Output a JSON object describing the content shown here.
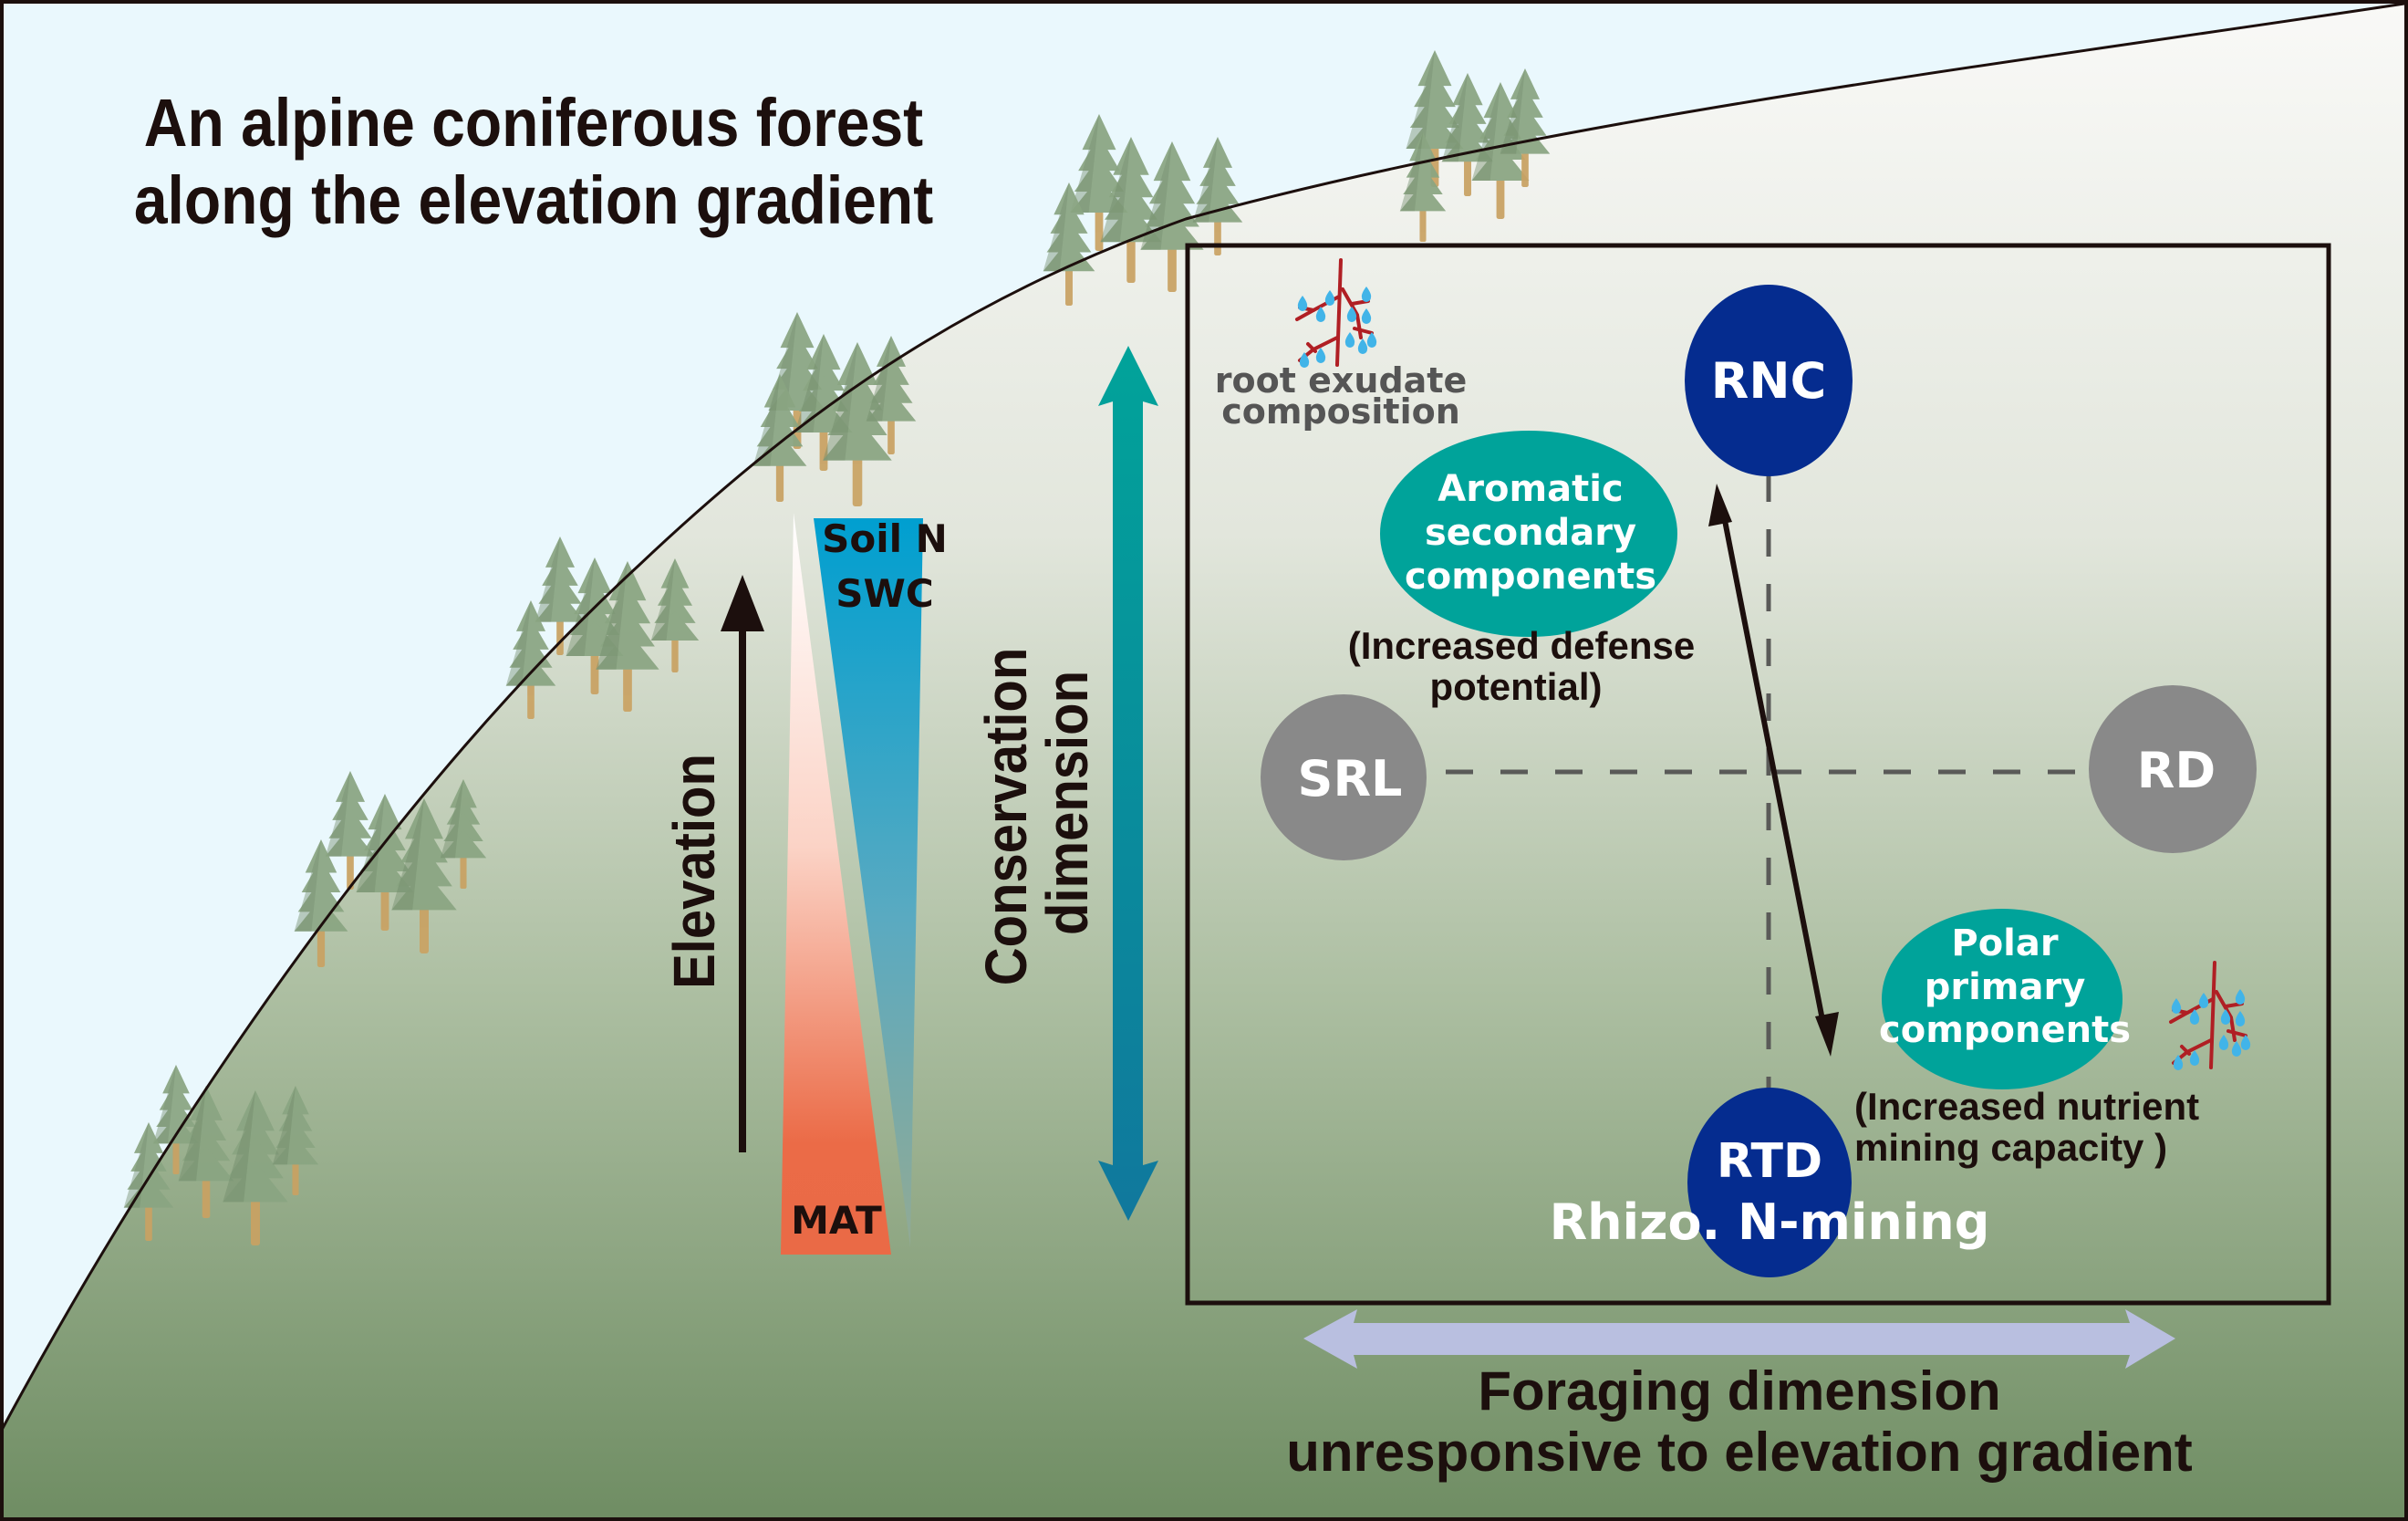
{
  "title": {
    "line1": "An alpine coniferous forest",
    "line2": "along the elevation gradient"
  },
  "gradient_labels": {
    "soil_n": "Soil N",
    "swc": "SWC",
    "mat": "MAT",
    "elevation": "Elevation"
  },
  "conservation": {
    "line1": "Conservation",
    "line2": "dimension"
  },
  "root_exudate": {
    "line1": "root exudate",
    "line2": "composition"
  },
  "traits": {
    "rnc": "RNC",
    "srl": "SRL",
    "rd": "RD",
    "rtd": "RTD",
    "rhizo": "Rhizo. N-mining"
  },
  "aromatic": {
    "line1": "Aromatic",
    "line2": "secondary",
    "line3": "components",
    "note1": "(Increased defense",
    "note2": "potential)"
  },
  "polar": {
    "line1": "Polar",
    "line2": "primary",
    "line3": "components",
    "note1": "(Increased nutrient",
    "note2": "mining capacity )"
  },
  "foraging": {
    "line1": "Foraging dimension",
    "line2": "unresponsive to elevation gradient"
  },
  "colors": {
    "sky": "#eaf8fd",
    "hill_top": "#f7f8f6",
    "hill_bottom": "#6f8d63",
    "tree_foliage": "#8aa582",
    "tree_trunk": "#c9a263",
    "rnc_rtd": "#052c8f",
    "srl_rd": "#898989",
    "teal_ellipse": "#00a39a",
    "teal_arrow_top": "#01a29a",
    "teal_arrow_bottom": "#0e7a9b",
    "foraging_arrow": "#b9bfe0",
    "mat_red": "#ea6a46",
    "soil_blue": "#00a0d0",
    "root_red": "#b01f24",
    "drop_blue": "#41b4e8",
    "text_dark": "#1c0f0d",
    "text_grey": "#555555"
  }
}
